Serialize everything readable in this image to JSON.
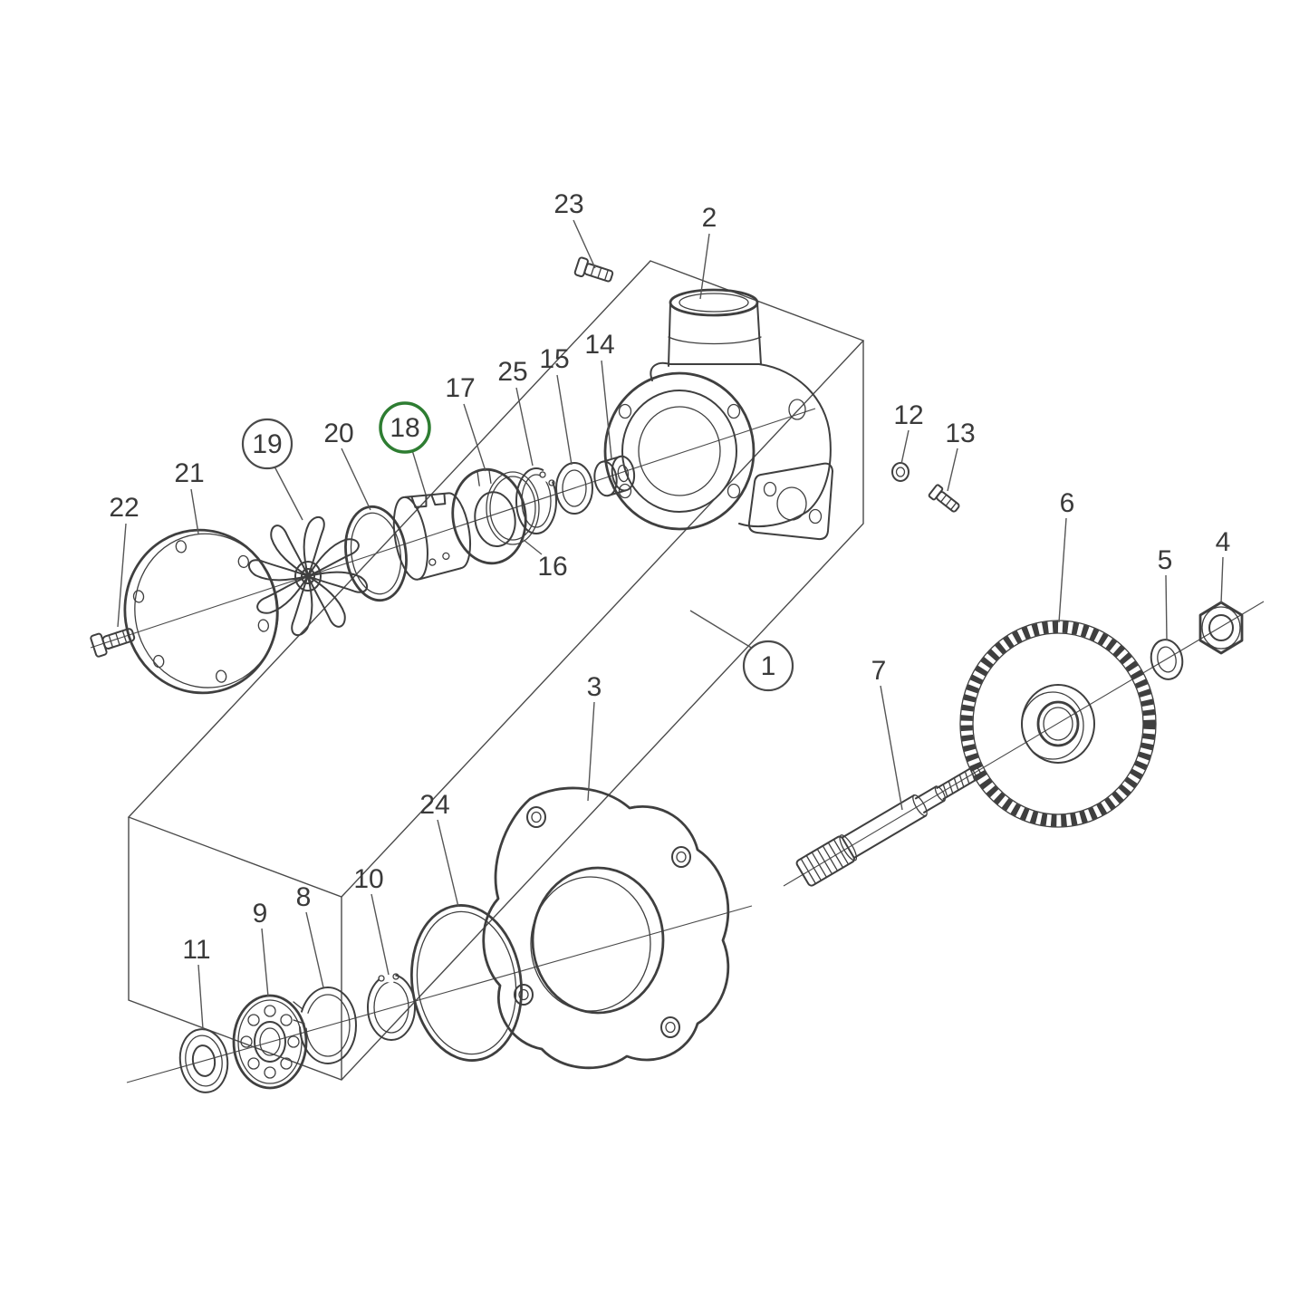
{
  "colors": {
    "highlight": "#2e7d32",
    "line": "#3f3f3f",
    "label": "#3a3a3a",
    "background": "#ffffff"
  },
  "highlighted_callout": "18",
  "callouts": [
    {
      "label": "1",
      "style": "circled"
    },
    {
      "label": "2",
      "style": "plain"
    },
    {
      "label": "3",
      "style": "plain"
    },
    {
      "label": "4",
      "style": "plain"
    },
    {
      "label": "5",
      "style": "plain"
    },
    {
      "label": "6",
      "style": "plain"
    },
    {
      "label": "7",
      "style": "plain"
    },
    {
      "label": "8",
      "style": "plain"
    },
    {
      "label": "9",
      "style": "plain"
    },
    {
      "label": "10",
      "style": "plain"
    },
    {
      "label": "11",
      "style": "plain"
    },
    {
      "label": "12",
      "style": "plain"
    },
    {
      "label": "13",
      "style": "plain"
    },
    {
      "label": "14",
      "style": "plain"
    },
    {
      "label": "15",
      "style": "plain"
    },
    {
      "label": "16",
      "style": "plain"
    },
    {
      "label": "17",
      "style": "plain"
    },
    {
      "label": "18",
      "style": "circled-highlight"
    },
    {
      "label": "19",
      "style": "circled"
    },
    {
      "label": "20",
      "style": "plain"
    },
    {
      "label": "21",
      "style": "plain"
    },
    {
      "label": "22",
      "style": "plain"
    },
    {
      "label": "23",
      "style": "plain"
    },
    {
      "label": "24",
      "style": "plain"
    },
    {
      "label": "25",
      "style": "plain"
    }
  ]
}
